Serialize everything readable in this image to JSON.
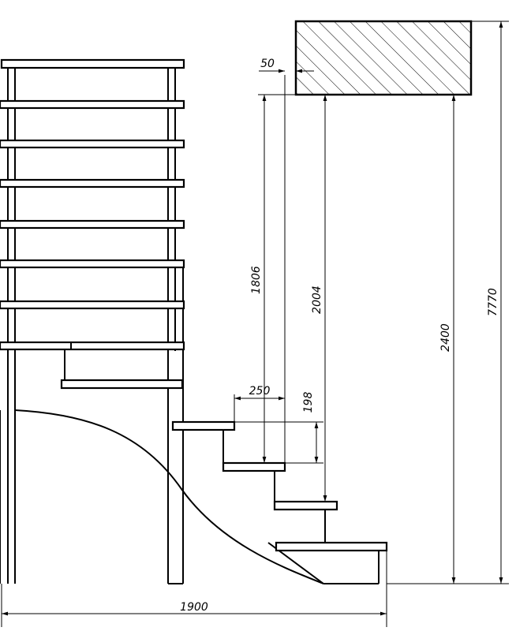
{
  "drawing": {
    "dimensions": {
      "total_width": "1900",
      "total_height": "7770",
      "floor_to_ceiling": "2400",
      "stair_rise_to_slab": "2004",
      "handrail_height": "1806",
      "tread_depth": "250",
      "step_rise": "198",
      "slab_offset": "50"
    }
  }
}
